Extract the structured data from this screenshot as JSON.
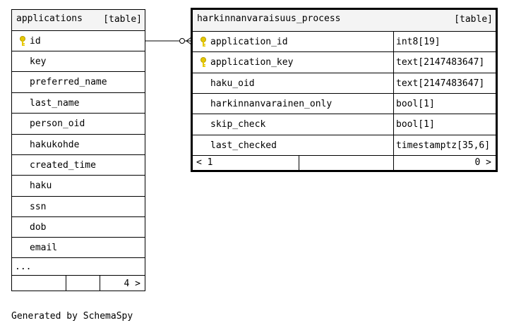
{
  "tables": {
    "applications": {
      "name": "applications",
      "kind": "[table]",
      "columns": [
        {
          "name": "id",
          "primary_key": true
        },
        {
          "name": "key"
        },
        {
          "name": "preferred_name"
        },
        {
          "name": "last_name"
        },
        {
          "name": "person_oid"
        },
        {
          "name": "hakukohde"
        },
        {
          "name": "created_time"
        },
        {
          "name": "haku"
        },
        {
          "name": "ssn"
        },
        {
          "name": "dob"
        },
        {
          "name": "email"
        }
      ],
      "more": "...",
      "footer": {
        "children": "4 >"
      }
    },
    "harkinnanvaraisuus_process": {
      "name": "harkinnanvaraisuus_process",
      "kind": "[table]",
      "columns": [
        {
          "name": "application_id",
          "type": "int8[19]",
          "primary_key": true
        },
        {
          "name": "application_key",
          "type": "text[2147483647]",
          "primary_key": true
        },
        {
          "name": "haku_oid",
          "type": "text[2147483647]"
        },
        {
          "name": "harkinnanvarainen_only",
          "type": "bool[1]"
        },
        {
          "name": "skip_check",
          "type": "bool[1]"
        },
        {
          "name": "last_checked",
          "type": "timestamptz[35,6]"
        }
      ],
      "footer": {
        "parents": "< 1",
        "children": "0 >"
      }
    }
  },
  "generated_by": "Generated by SchemaSpy",
  "colors": {
    "key_icon": "#e6c800",
    "header_bg": "#f4f4f4"
  }
}
